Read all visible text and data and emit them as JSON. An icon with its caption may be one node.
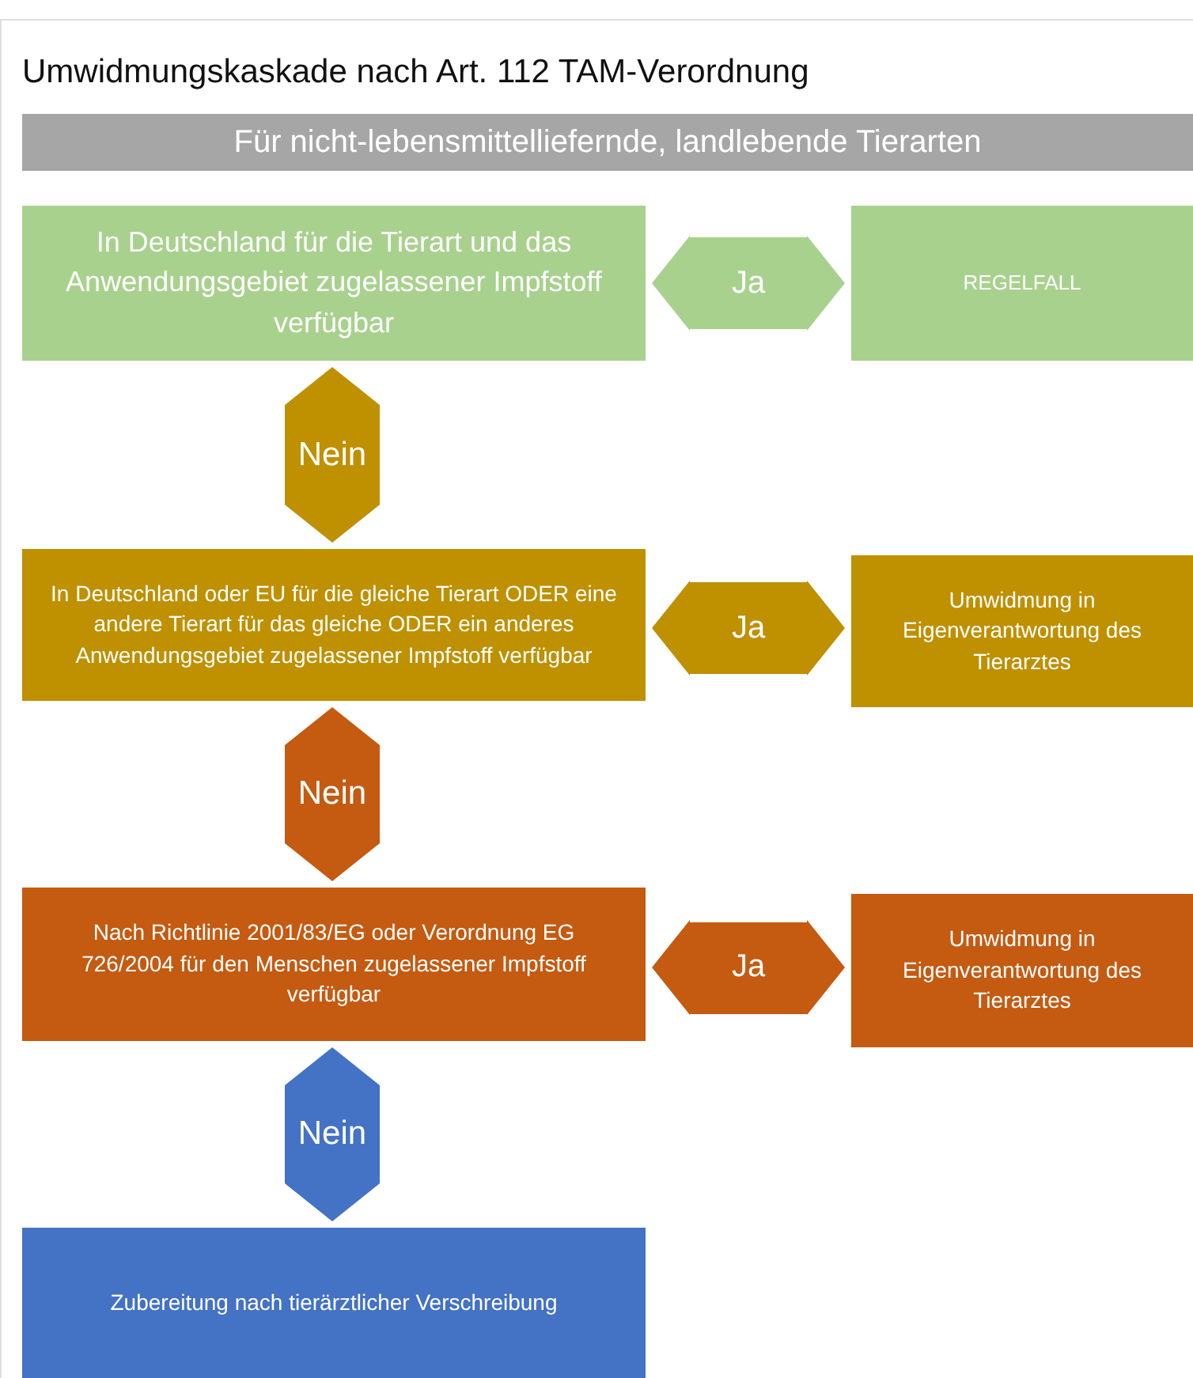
{
  "diagram": {
    "title": "Umwidmungskaskade nach Art. 112 TAM-Verordnung",
    "nodes": [
      {
        "text": [
          "Für nicht-lebensmittelliefernde, landlebende Tierarten"
        ]
      },
      {
        "text": [
          "In Deutschland für die Tierart und das Anwendungsgebiet zugelassener Impfstoff verfügbar"
        ]
      },
      {
        "text": [
          "REGELFALL"
        ]
      },
      {
        "text": [
          "In Deutschland oder EU für die gleiche Tierart ODER eine andere Tierart für das gleiche ODER ein anderes Anwendungsgebiet zugelassener Impfstoff verfügbar"
        ]
      },
      {
        "text": [
          "Umwidmung in Eigenverantwortung des Tierarztes"
        ]
      },
      {
        "text": [
          "Nach Richtlinie 2001/83/EG oder Verordnung EG 726/2004 für den Menschen zugelassener Impfstoff verfügbar"
        ]
      },
      {
        "text": [
          "Umwidmung in Eigenverantwortung des Tierarztes"
        ]
      },
      {
        "text": [
          "Zubereitung nach tierärztlicher Verschreibung"
        ]
      }
    ],
    "edges": [
      {
        "from": 1,
        "to": 2,
        "arrow": "both",
        "label": "Ja",
        "color": "#a9d18e"
      },
      {
        "from": 1,
        "to": 3,
        "arrow": "both",
        "label": "Nein",
        "color": "#bf9000"
      },
      {
        "from": 3,
        "to": 4,
        "arrow": "both",
        "label": "Ja",
        "color": "#bf9000"
      },
      {
        "from": 3,
        "to": 5,
        "arrow": "both",
        "label": "Nein",
        "color": "#c55a11"
      },
      {
        "from": 5,
        "to": 6,
        "arrow": "both",
        "label": "Ja",
        "color": "#c55a11"
      },
      {
        "from": 5,
        "to": 7,
        "arrow": "both",
        "label": "Nein",
        "color": "#4472c4"
      }
    ]
  }
}
